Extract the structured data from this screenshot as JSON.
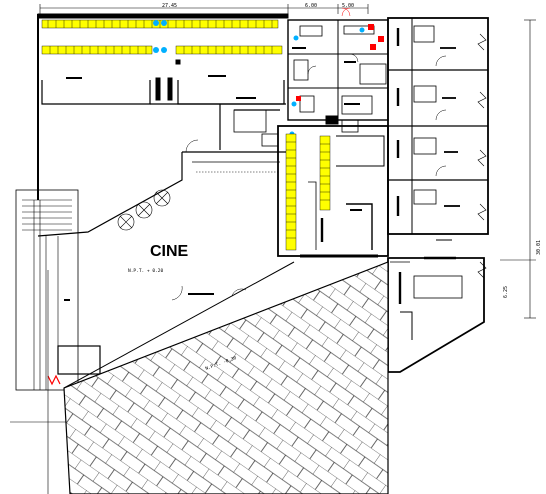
{
  "plan": {
    "main_label": "CINE",
    "level_note": "N.P.T. + 0.20",
    "paving_note": "N.P.T. -0.30"
  },
  "dimensions": {
    "top_left": "27.45",
    "top_mid": "6.00",
    "top_right": "5.00",
    "right_total": "30.01",
    "right_lower": "6.25"
  },
  "colors": {
    "walls": "#000000",
    "seats": "#ffff00",
    "fixtures": "#00b0ff",
    "accent": "#ff0000"
  },
  "icons": [
    "door-arc-icon",
    "tree-symbol-icon",
    "stair-icon",
    "break-line-icon"
  ]
}
